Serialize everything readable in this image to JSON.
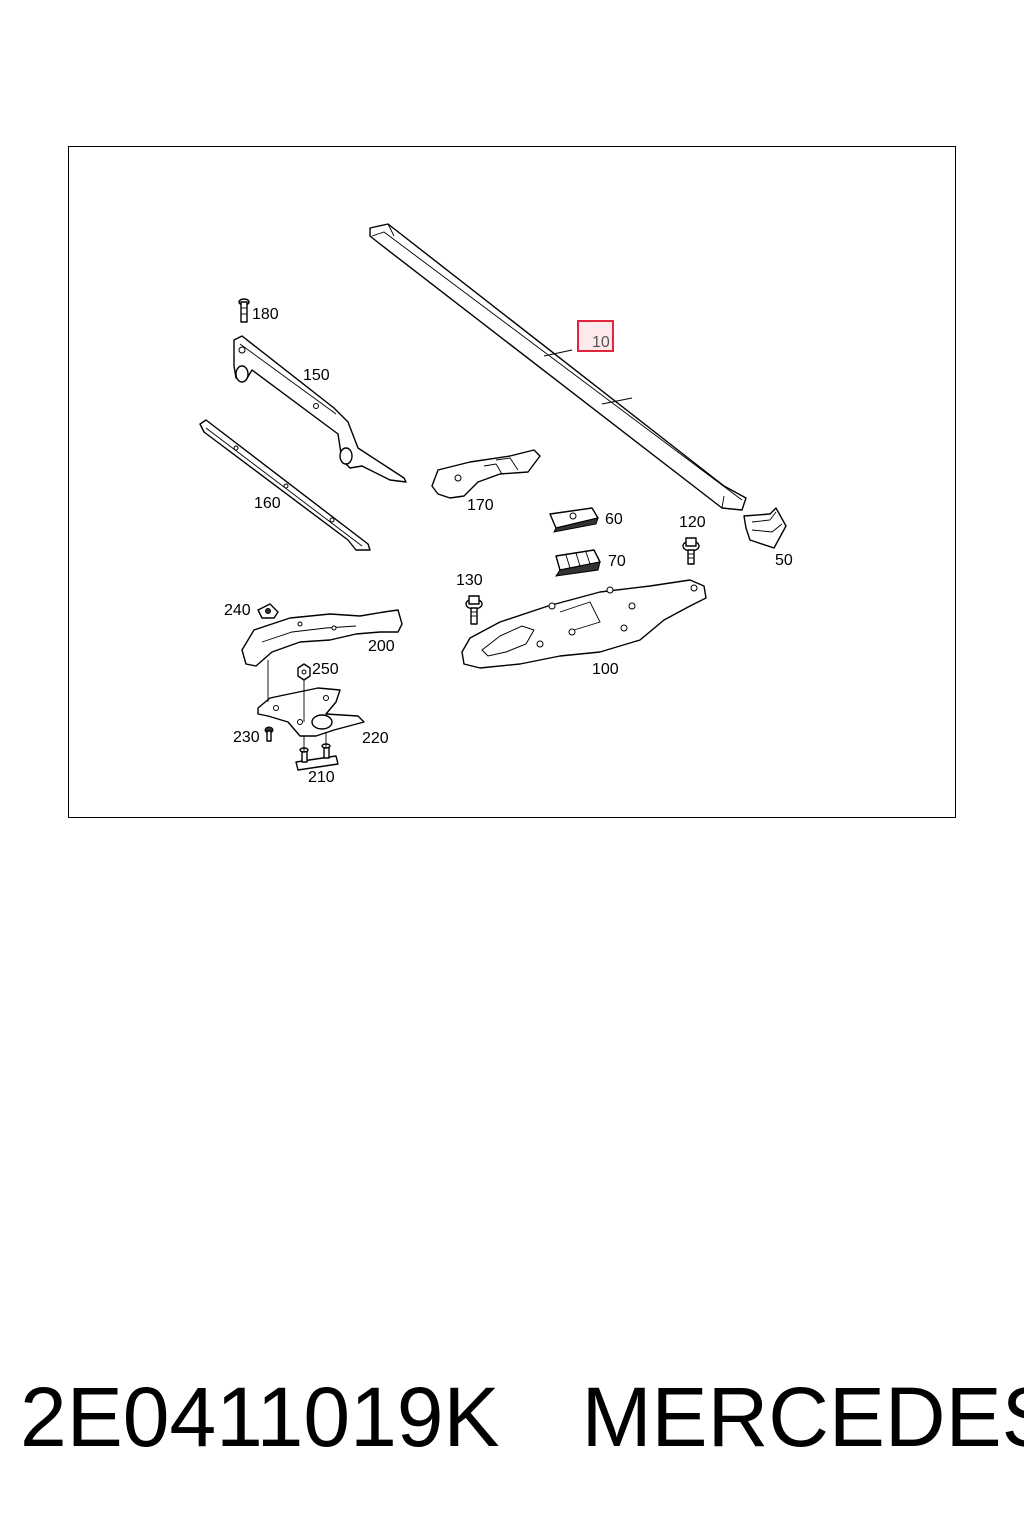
{
  "diagram": {
    "callouts": {
      "c10": "10",
      "c50": "50",
      "c60": "60",
      "c70": "70",
      "c100": "100",
      "c120": "120",
      "c130": "130",
      "c150": "150",
      "c160": "160",
      "c170": "170",
      "c180": "180",
      "c200": "200",
      "c210": "210",
      "c220": "220",
      "c230": "230",
      "c240": "240",
      "c250": "250"
    },
    "highlighted_callout": "10",
    "highlight_color": "#e0263c"
  },
  "footer": {
    "part_number": "2E0411019K",
    "brand": "MERCEDES"
  }
}
